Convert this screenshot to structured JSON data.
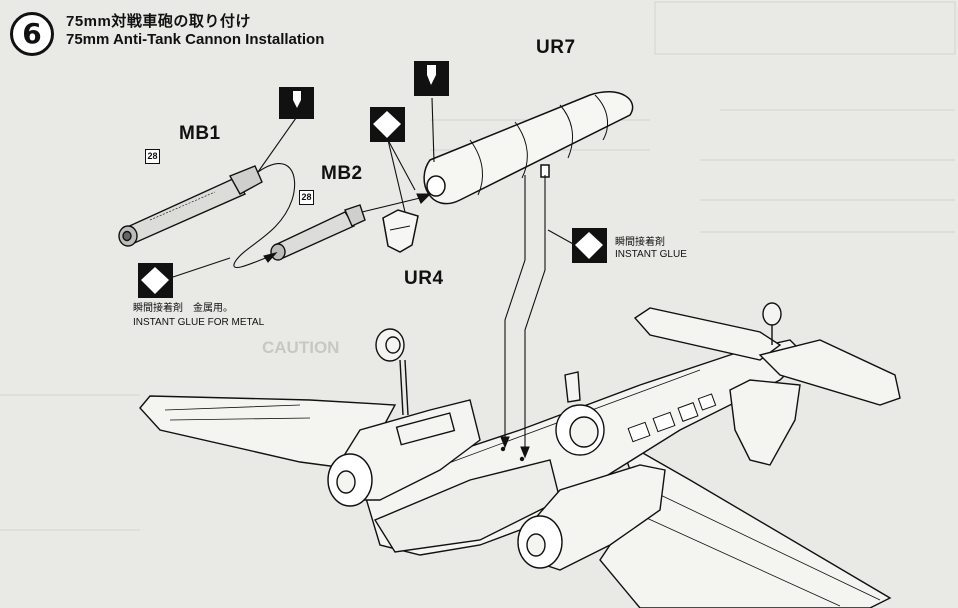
{
  "header": {
    "step_number": "6",
    "title_jp": "75mm対戦車砲の取り付け",
    "title_en": "75mm Anti-Tank Cannon Installation"
  },
  "parts": {
    "mb1": "MB1",
    "mb2": "MB2",
    "ur7": "UR7",
    "ur4": "UR4"
  },
  "badges": {
    "mb1_badge": "28",
    "mb2_badge": "28"
  },
  "notes": {
    "glue_metal_jp": "瞬間接着剤　金属用。",
    "glue_metal_en": "INSTANT GLUE FOR METAL",
    "glue_jp": "瞬間接着剤",
    "glue_en": "INSTANT GLUE"
  },
  "background": {
    "caution": "CAUTION"
  },
  "icons": [
    "step-number-icon",
    "glue-diamond-icon",
    "cement-tube-icon",
    "paint-color-badge"
  ]
}
